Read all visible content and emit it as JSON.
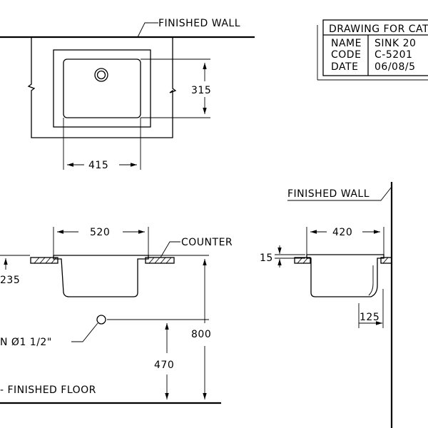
{
  "labels": {
    "finished_wall_top": "FINISHED WALL",
    "finished_wall_side": "FINISHED WALL",
    "counter": "COUNTER",
    "drain": "N Ø1 1/2\"",
    "finished_floor": "- FINISHED FLOOR"
  },
  "dimensions": {
    "plan_width": "415",
    "plan_depth": "315",
    "front_width": "520",
    "front_height": "235",
    "total_height": "800",
    "drain_height": "470",
    "side_width": "420",
    "rim_thickness": "15",
    "side_depth": "125"
  },
  "title_block": {
    "header": "DRAWING FOR CAT",
    "rows": [
      {
        "key": "NAME",
        "value": "SINK 20"
      },
      {
        "key": "CODE",
        "value": "C-5201"
      },
      {
        "key": "DATE",
        "value": "06/08/5"
      }
    ]
  }
}
